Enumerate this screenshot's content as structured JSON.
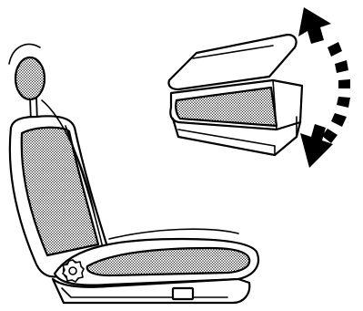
{
  "diagram": {
    "type": "illustration",
    "colors": {
      "line": "#000000",
      "fill": "#ffffff",
      "shade_dot": "#000000"
    },
    "components": {
      "seat": {
        "parts": [
          "headrest",
          "seatback",
          "seat-cushion",
          "seat-base",
          "recline-knob",
          "base-slot"
        ],
        "icon": "car-seat-icon"
      },
      "cushion_tilt_inset": {
        "parts": [
          "raised-cushion-outline",
          "lowered-cushion-shaded"
        ],
        "icon": "cushion-tilt-icon"
      },
      "adjustment_arrow": {
        "direction": "up-and-down",
        "style": "dashed-curved-double-arrow",
        "icon": "bidirectional-arc-arrow-icon"
      }
    }
  }
}
